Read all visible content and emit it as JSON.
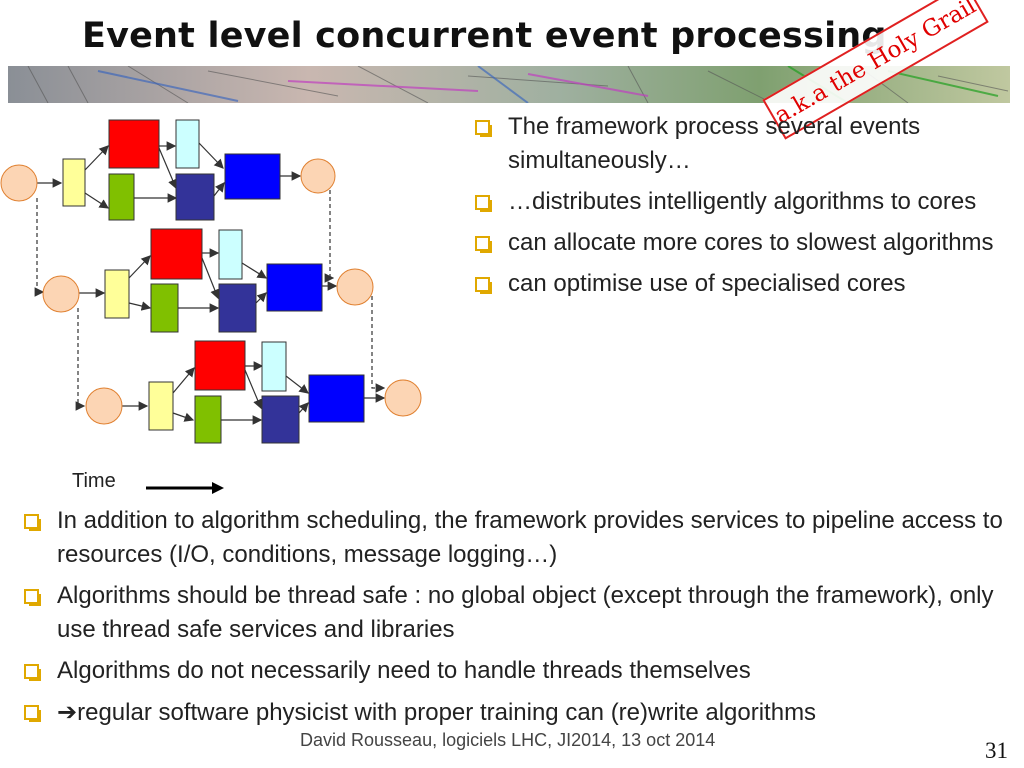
{
  "slide": {
    "title": "Event level concurrent event processing",
    "stamp": "a.k.a the Holy Grail",
    "top_bullets": [
      "The framework process several events simultaneously…",
      "…distributes intelligently algorithms to cores",
      "can allocate more cores to slowest algorithms",
      "can optimise use of specialised cores"
    ],
    "time_label": "Time",
    "bottom_bullets": [
      "In addition to algorithm scheduling, the framework provides services to pipeline access to resources (I/O, conditions, message logging…)",
      "Algorithms should be thread safe : no global object (except through the framework), only use thread safe services and libraries",
      "Algorithms do not necessarily need to handle threads themselves"
    ],
    "last_bullet_arrow": "➔",
    "last_bullet_text": "regular software physicist with proper training can (re)write algorithms",
    "footer": "David Rousseau, logiciels LHC, JI2014, 13 oct 2014",
    "page_number": "31"
  },
  "colors": {
    "node_start_end": "#fcd5b4",
    "algo_yellow": "#ffff99",
    "algo_red": "#ff0000",
    "algo_green": "#80c000",
    "algo_cyan": "#ccffff",
    "algo_navy": "#333399",
    "algo_blue": "#0000ff",
    "bullet": "#e0a800",
    "stamp": "#e00000"
  }
}
